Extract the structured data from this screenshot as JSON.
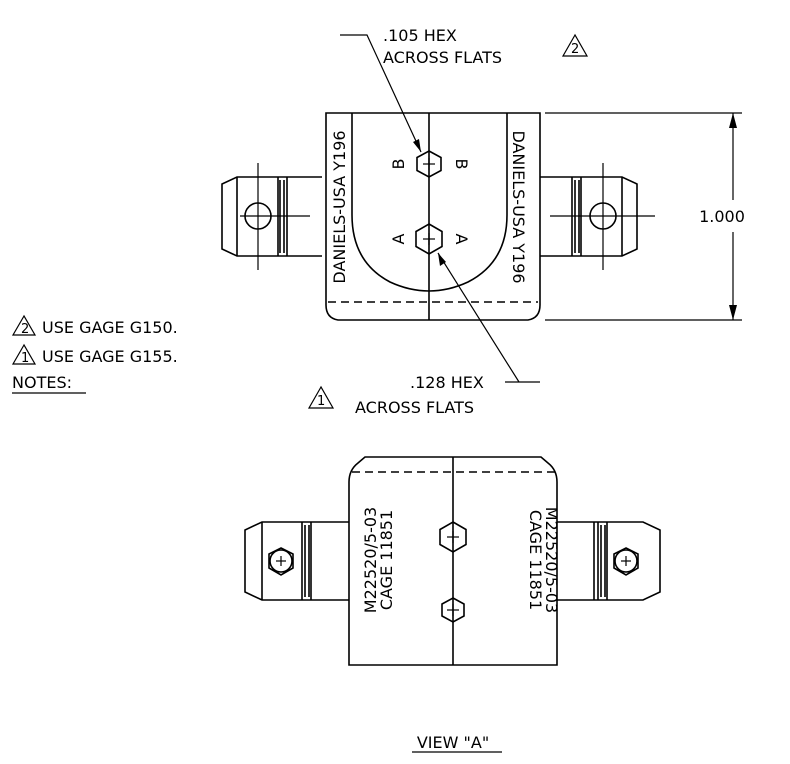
{
  "top_view": {
    "hex_b_callout": {
      "line1": ".105 HEX",
      "line2": "ACROSS FLATS",
      "note_ref": "2"
    },
    "hex_a_callout": {
      "line1": ".128 HEX",
      "line2": "ACROSS FLATS",
      "note_ref": "1"
    },
    "marking_left": "DANIELS-USA Y196",
    "marking_right": "DANIELS-USA Y196",
    "label_b": "B",
    "label_a": "A",
    "dimension": "1.000"
  },
  "notes": {
    "title": "NOTES:",
    "items": [
      {
        "ref": "2",
        "text": "USE GAGE G150."
      },
      {
        "ref": "1",
        "text": "USE GAGE G155."
      }
    ]
  },
  "bottom_view": {
    "marking_line1": "M22520/5-03",
    "marking_line2": "CAGE 11851",
    "title": "VIEW \"A\""
  }
}
